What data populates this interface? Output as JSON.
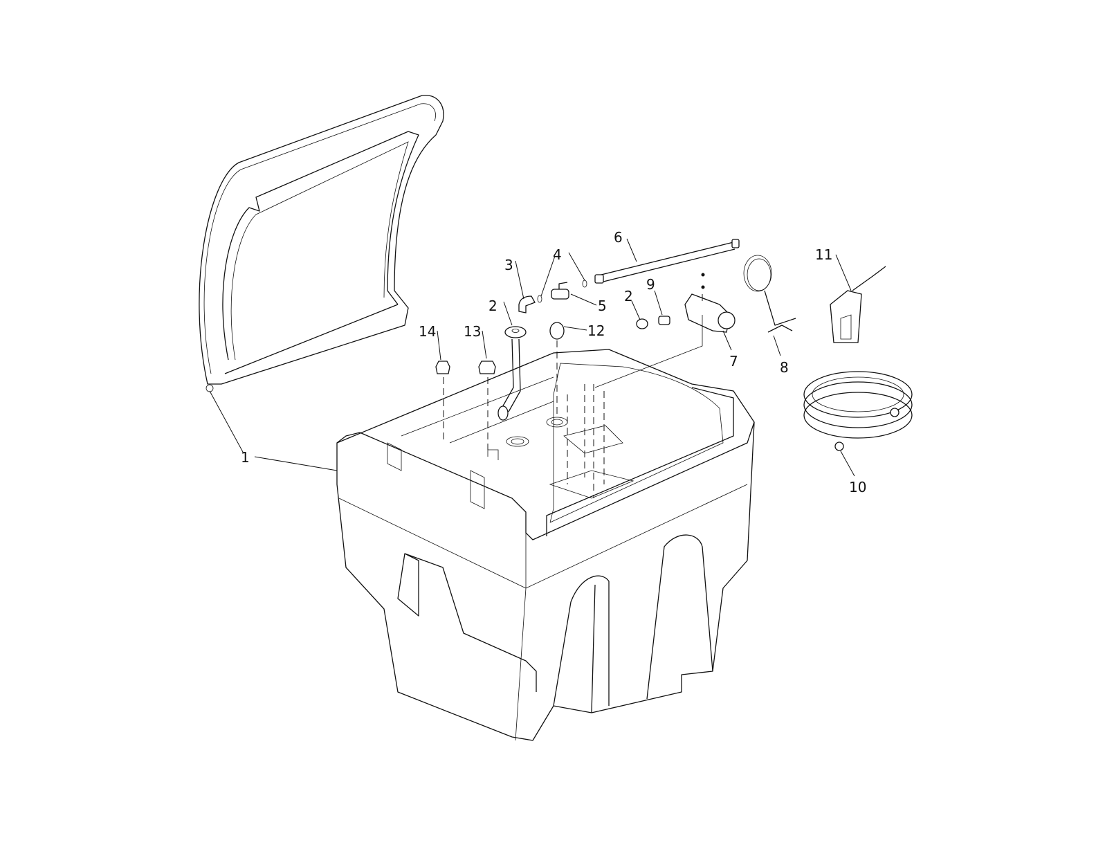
{
  "diagram": {
    "type": "exploded parts diagram",
    "callouts": {
      "c1": "1",
      "c2a": "2",
      "c2b": "2",
      "c3": "3",
      "c4": "4",
      "c5": "5",
      "c6": "6",
      "c7": "7",
      "c8": "8",
      "c9": "9",
      "c10": "10",
      "c11": "11",
      "c12": "12",
      "c13": "13",
      "c14": "14"
    }
  }
}
